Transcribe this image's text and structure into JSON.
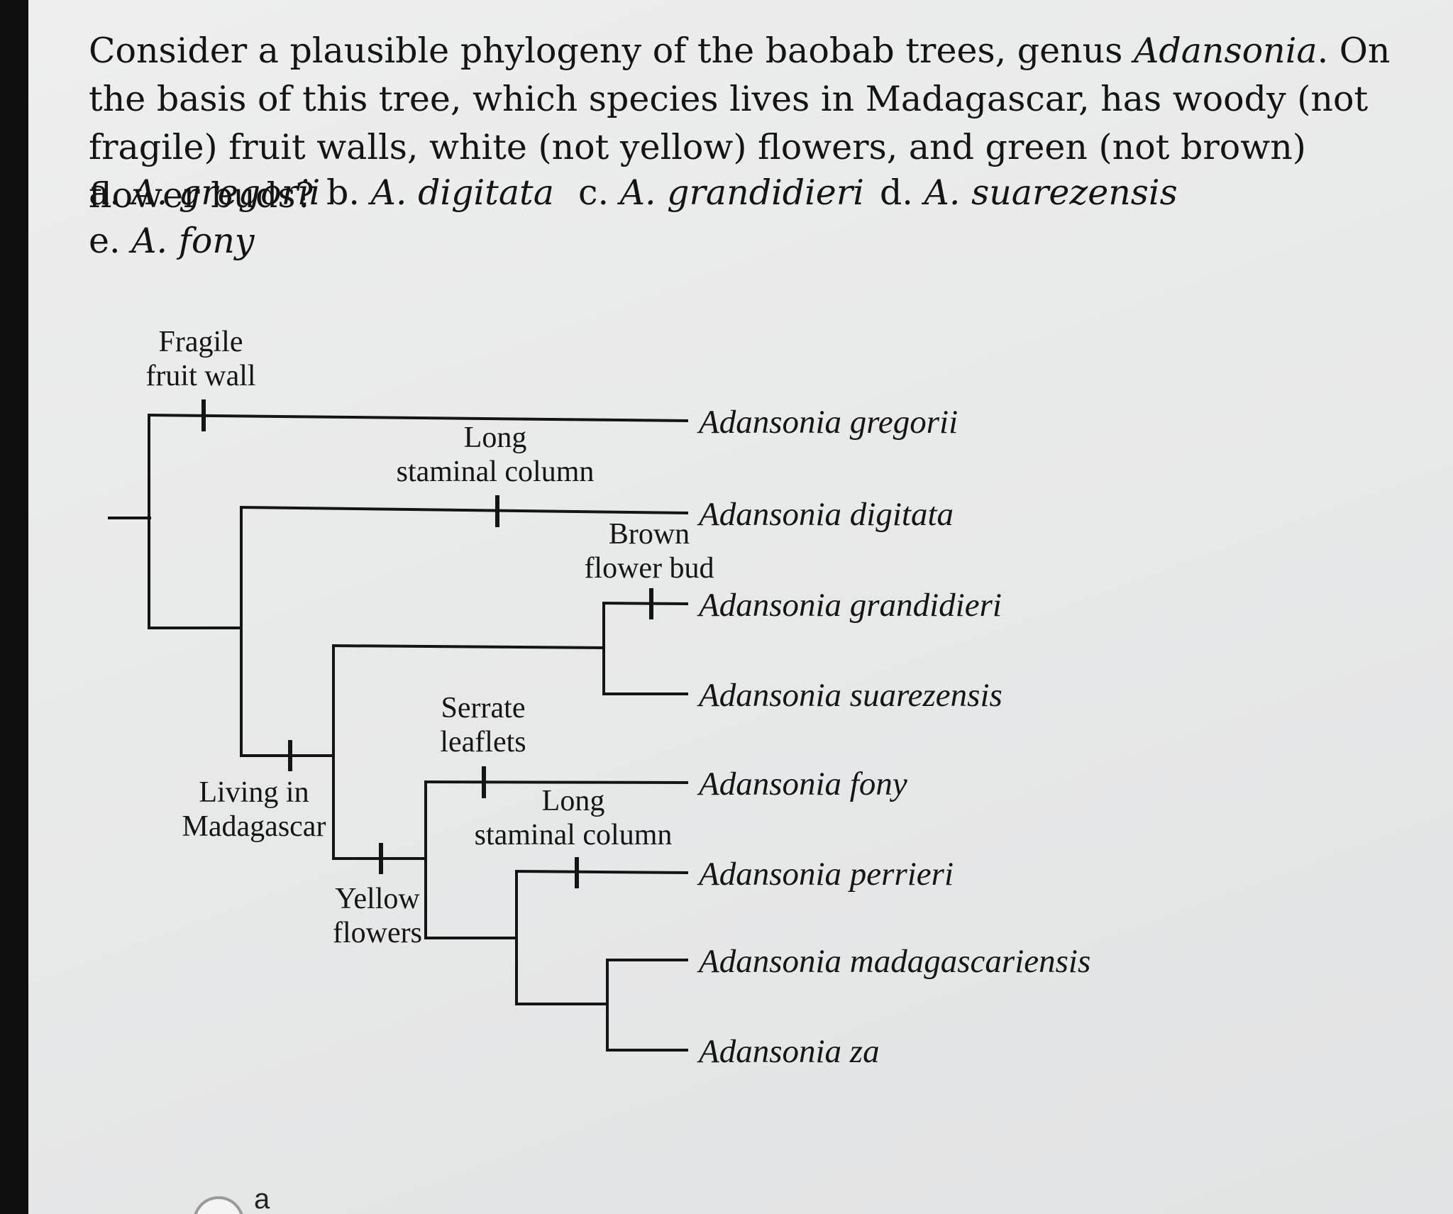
{
  "question": {
    "text_before": "Consider a plausible phylogeny of the baobab trees, genus ",
    "genus": "Adansonia",
    "text_after": ". On the basis of this tree, which species lives in Madagascar, has woody (not fragile) fruit walls, white (not yellow) flowers, and green (not brown) flower buds?"
  },
  "choices": [
    {
      "letter": "a.",
      "species": "A. gregorii"
    },
    {
      "letter": "b.",
      "species": "A. digitata"
    },
    {
      "letter": "c.",
      "species": "A. grandidieri"
    },
    {
      "letter": "d.",
      "species": "A. suarezensis"
    },
    {
      "letter": "e.",
      "species": "A. fony"
    }
  ],
  "tree": {
    "taxa": [
      "Adansonia gregorii",
      "Adansonia digitata",
      "Adansonia grandidieri",
      "Adansonia suarezensis",
      "Adansonia fony",
      "Adansonia perrieri",
      "Adansonia madagascariensis",
      "Adansonia za"
    ],
    "traits": {
      "fragile_fruit_wall": [
        "Fragile",
        "fruit wall"
      ],
      "long_staminal_column_1": [
        "Long",
        "staminal column"
      ],
      "brown_flower_bud": [
        "Brown",
        "flower bud"
      ],
      "living_in_madagascar": [
        "Living in",
        "Madagascar"
      ],
      "serrate_leaflets": [
        "Serrate",
        "leaflets"
      ],
      "long_staminal_column_2": [
        "Long",
        "staminal column"
      ],
      "yellow_flowers": [
        "Yellow",
        "flowers"
      ]
    }
  },
  "answer_option": {
    "label": "a"
  }
}
